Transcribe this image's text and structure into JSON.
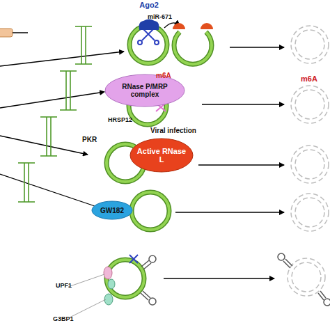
{
  "diagram": {
    "nodes": [
      {
        "text": [
          "Ago2"
        ]
      },
      {
        "text": [
          "RNase P/MRP complex"
        ]
      },
      {
        "text": [
          "Active RNase L"
        ]
      },
      {
        "text": [
          "GW182"
        ]
      }
    ],
    "labels": [
      "miR-671",
      "m6A",
      "HRSP12",
      "m6A",
      "Viral infection",
      "PKR",
      "UPF1",
      "G3BP1"
    ]
  }
}
